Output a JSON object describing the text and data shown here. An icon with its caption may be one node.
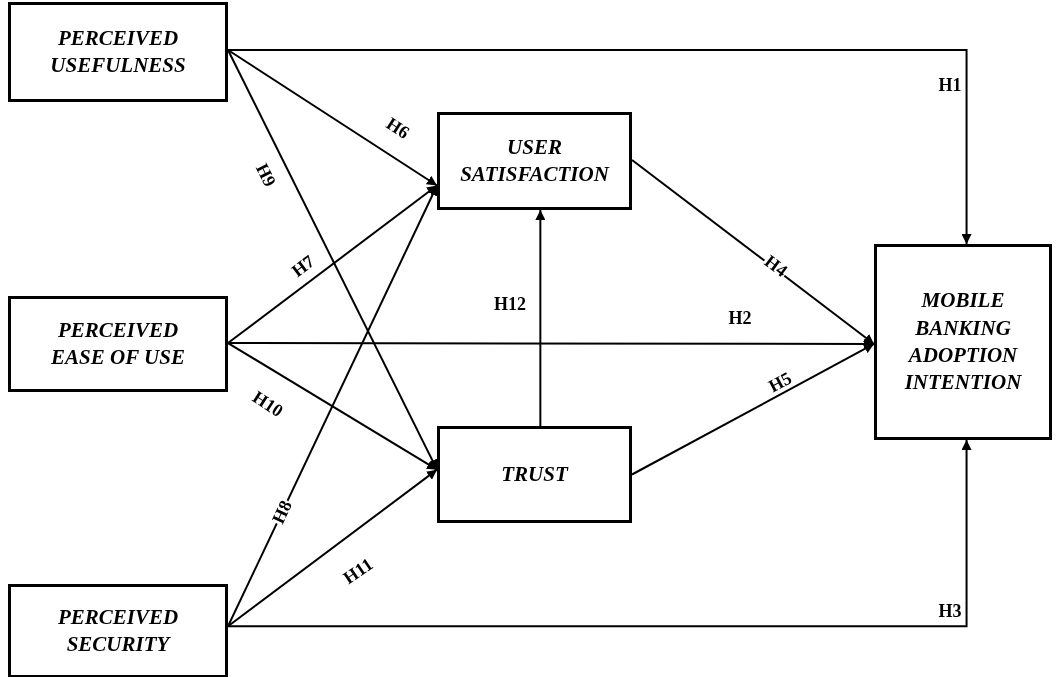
{
  "diagram": {
    "nodes": [
      {
        "text": [
          "PERCEIVED USEFULNESS"
        ]
      },
      {
        "text": [
          "PERCEIVED EASE OF USE"
        ]
      },
      {
        "text": [
          "PERCEIVED SECURITY"
        ]
      },
      {
        "text": [
          "USER SATISFACTION"
        ]
      },
      {
        "text": [
          "TRUST"
        ]
      },
      {
        "text": [
          "MOBILE BANKING ADOPTION INTENTION"
        ]
      }
    ],
    "edges": [
      {
        "from": 0,
        "to": 5,
        "arrow": "to",
        "label": "H1"
      },
      {
        "from": 1,
        "to": 5,
        "arrow": "to",
        "label": "H2"
      },
      {
        "from": 2,
        "to": 5,
        "arrow": "to",
        "label": "H3"
      },
      {
        "from": 3,
        "to": 5,
        "arrow": "to",
        "label": "H4"
      },
      {
        "from": 4,
        "to": 5,
        "arrow": "to",
        "label": "H5"
      },
      {
        "from": 0,
        "to": 3,
        "arrow": "to",
        "label": "H6"
      },
      {
        "from": 1,
        "to": 3,
        "arrow": "to",
        "label": "H7"
      },
      {
        "from": 2,
        "to": 3,
        "arrow": "to",
        "label": "H8"
      },
      {
        "from": 0,
        "to": 4,
        "arrow": "to",
        "label": "H9"
      },
      {
        "from": 1,
        "to": 4,
        "arrow": "to",
        "label": "H10"
      },
      {
        "from": 2,
        "to": 4,
        "arrow": "to",
        "label": "H11"
      },
      {
        "from": 4,
        "to": 3,
        "arrow": "to",
        "label": "H12"
      }
    ]
  }
}
